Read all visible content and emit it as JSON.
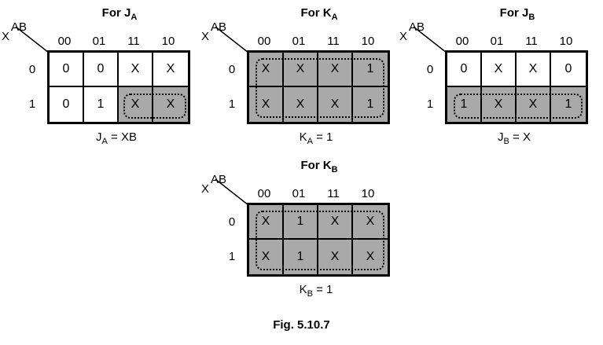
{
  "maps": [
    {
      "title_main": "For J",
      "title_sub": "A",
      "corner_top": "AB",
      "corner_left": "X",
      "col_headers": [
        "00",
        "01",
        "11",
        "10"
      ],
      "row_headers": [
        "0",
        "1"
      ],
      "cells": [
        [
          "0",
          "0",
          "X",
          "X"
        ],
        [
          "0",
          "1",
          "X",
          "X"
        ]
      ],
      "eq_left": "J",
      "eq_sub": "A",
      "eq_right": " = XB"
    },
    {
      "title_main": "For K",
      "title_sub": "A",
      "corner_top": "AB",
      "corner_left": "X",
      "col_headers": [
        "00",
        "01",
        "11",
        "10"
      ],
      "row_headers": [
        "0",
        "1"
      ],
      "cells": [
        [
          "X",
          "X",
          "X",
          "1"
        ],
        [
          "X",
          "X",
          "X",
          "1"
        ]
      ],
      "eq_left": "K",
      "eq_sub": "A",
      "eq_right": " = 1"
    },
    {
      "title_main": "For J",
      "title_sub": "B",
      "corner_top": "AB",
      "corner_left": "X",
      "col_headers": [
        "00",
        "01",
        "11",
        "10"
      ],
      "row_headers": [
        "0",
        "1"
      ],
      "cells": [
        [
          "0",
          "X",
          "X",
          "0"
        ],
        [
          "1",
          "X",
          "X",
          "1"
        ]
      ],
      "eq_left": "J",
      "eq_sub": "B",
      "eq_right": " = X"
    },
    {
      "title_main": "For K",
      "title_sub": "B",
      "corner_top": "AB",
      "corner_left": "X",
      "col_headers": [
        "00",
        "01",
        "11",
        "10"
      ],
      "row_headers": [
        "0",
        "1"
      ],
      "cells": [
        [
          "X",
          "1",
          "X",
          "X"
        ],
        [
          "X",
          "1",
          "X",
          "X"
        ]
      ],
      "eq_left": "K",
      "eq_sub": "B",
      "eq_right": " = 1"
    }
  ],
  "caption": "Fig.  5.10.7",
  "colors": {
    "shade": "#a9a9a9",
    "line": "#000000"
  }
}
